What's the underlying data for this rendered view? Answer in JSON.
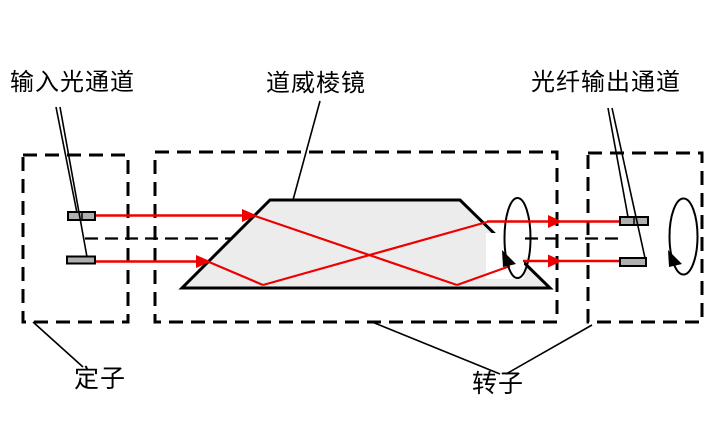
{
  "diagram": {
    "labels": {
      "input_channel": "输入光通道",
      "dove_prism": "道威棱镜",
      "output_channel": "光纤输出通道",
      "stator": "定子",
      "rotor": "转子"
    },
    "colors": {
      "line": "#000000",
      "light_ray": "#ee0000",
      "prism_fill": "#ececec",
      "fiber_fill": "#b0b0b0",
      "background": "#ffffff"
    }
  }
}
